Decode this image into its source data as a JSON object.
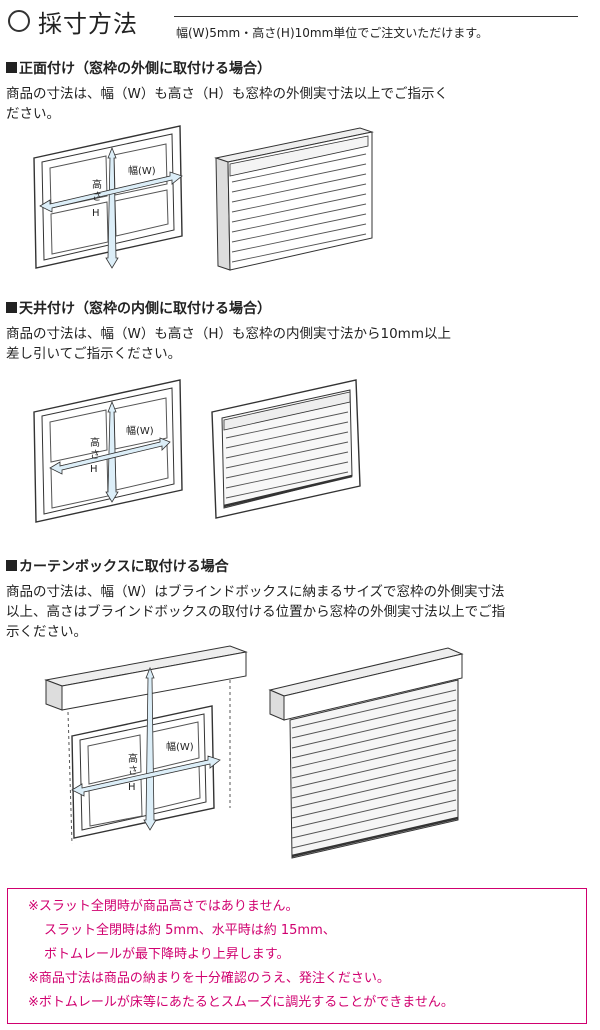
{
  "header": {
    "title": "採寸方法",
    "unit_note": "幅(W)5mm・高さ(H)10mm単位でご注文いただけます。"
  },
  "sections": [
    {
      "heading": "正面付け（窓枠の外側に取付ける場合）",
      "body_lines": [
        "商品の寸法は、幅（W）も高さ（H）も窓枠の外側実寸法以上でご指示く",
        "ださい。"
      ]
    },
    {
      "heading": "天井付け（窓枠の内側に取付ける場合）",
      "body_lines": [
        "商品の寸法は、幅（W）も高さ（H）も窓枠の内側実寸法から10mm以上",
        "差し引いてご指示ください。"
      ]
    },
    {
      "heading": "カーテンボックスに取付ける場合",
      "body_lines": [
        "商品の寸法は、幅（W）はブラインドボックスに納まるサイズで窓枠の外側実寸法",
        "以上、高さはブラインドボックスの取付ける位置から窓枠の外側実寸法以上でご指",
        "示ください。"
      ]
    }
  ],
  "diagram_labels": {
    "width": "幅(W)",
    "height_chars": [
      "高",
      "さ",
      "H"
    ]
  },
  "notes": [
    "※スラット全閉時が商品高さではありません。",
    "スラット全閉時は約 5mm、水平時は約 15mm、",
    "ボトムレールが最下降時より上昇します。",
    "※商品寸法は商品の納まりを十分確認のうえ、発注ください。",
    "※ボトムレールが床等にあたるとスムーズに調光することができません。"
  ],
  "colors": {
    "note_accent": "#d0006f",
    "arrow_fill": "#dceef8"
  }
}
